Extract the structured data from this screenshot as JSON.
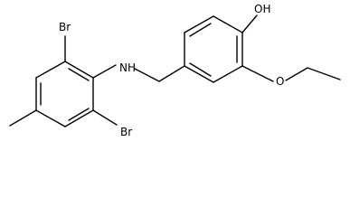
{
  "diagram": {
    "type": "chemical-structure",
    "atom_labels": {
      "br_top": "Br",
      "br_bottom": "Br",
      "amine": "NH",
      "hydroxyl": "OH",
      "ether_oxygen": "O"
    },
    "bond_color": "#000000",
    "background": "#ffffff"
  }
}
